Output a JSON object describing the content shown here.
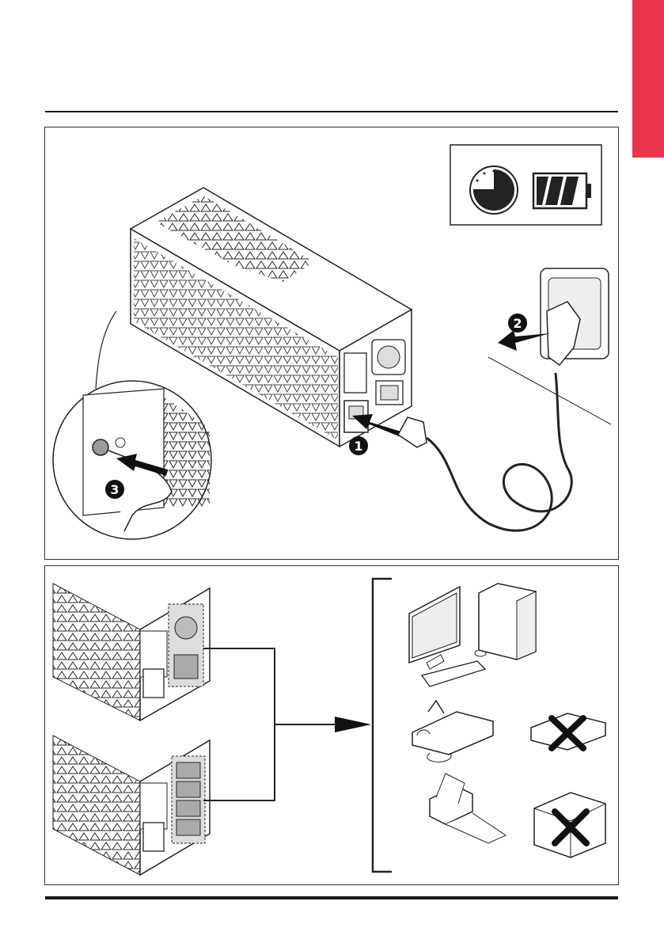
{
  "accent_color": "#e8334a",
  "steps": [
    "1",
    "2",
    "3"
  ],
  "icons": {
    "panel1": [
      "ups-unit-icon",
      "power-outlet-icon",
      "power-plug-icon",
      "power-cord-icon",
      "finger-press-icon",
      "clock-icon",
      "battery-charging-icon"
    ],
    "panel2": [
      "ups-schuko-outlets-icon",
      "ups-iec-outlets-icon",
      "arrow-right-icon",
      "computer-workstation-icon",
      "fax-machine-icon",
      "printer-icon",
      "laser-printer-not-allowed-icon",
      "appliance-not-allowed-icon"
    ]
  }
}
